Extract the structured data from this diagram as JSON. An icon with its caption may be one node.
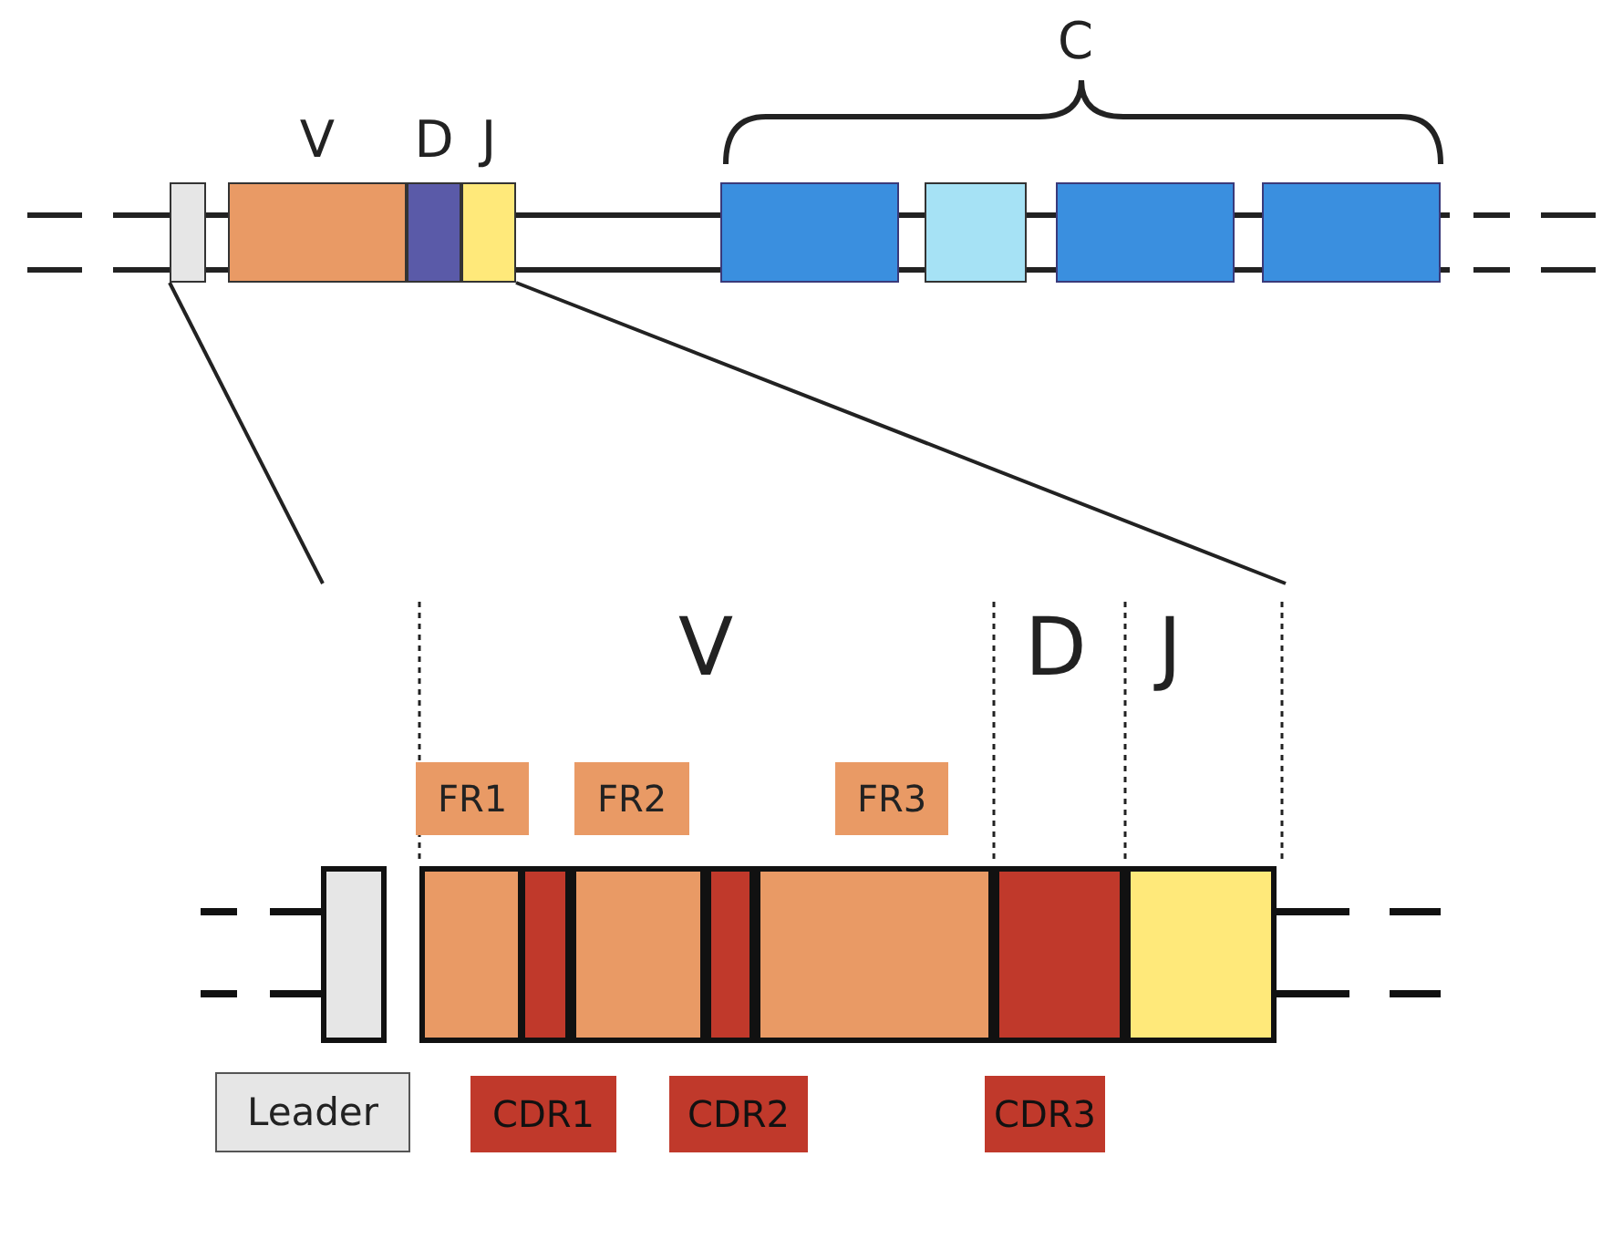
{
  "diagram": {
    "nodes": [
      {
        "text": [],
        "shape": "box"
      },
      {
        "text": [
          "V"
        ]
      },
      {
        "text": [
          "D"
        ]
      },
      {
        "text": [
          "J"
        ]
      },
      {
        "text": [],
        "shape": "box"
      },
      {
        "text": [],
        "shape": "box"
      },
      {
        "text": [],
        "shape": "box"
      },
      {
        "text": [],
        "shape": "box"
      },
      {
        "text": [
          "FR1"
        ]
      },
      {
        "text": [
          "FR2"
        ]
      },
      {
        "text": [
          "FR3"
        ]
      },
      {
        "text": [],
        "shape": "box"
      },
      {
        "text": [],
        "shape": "box"
      },
      {
        "text": [],
        "shape": "box"
      },
      {
        "text": [],
        "shape": "box"
      },
      {
        "text": [],
        "shape": "box"
      },
      {
        "text": [],
        "shape": "box"
      },
      {
        "text": [],
        "shape": "box"
      },
      {
        "text": [],
        "shape": "box"
      },
      {
        "text": [
          "Leader"
        ]
      },
      {
        "text": [
          "CDR1"
        ]
      },
      {
        "text": [
          "CDR2"
        ]
      },
      {
        "text": [
          "CDR3"
        ]
      }
    ],
    "edges": [],
    "labels": [
      "C",
      "V",
      "D",
      "J"
    ]
  }
}
